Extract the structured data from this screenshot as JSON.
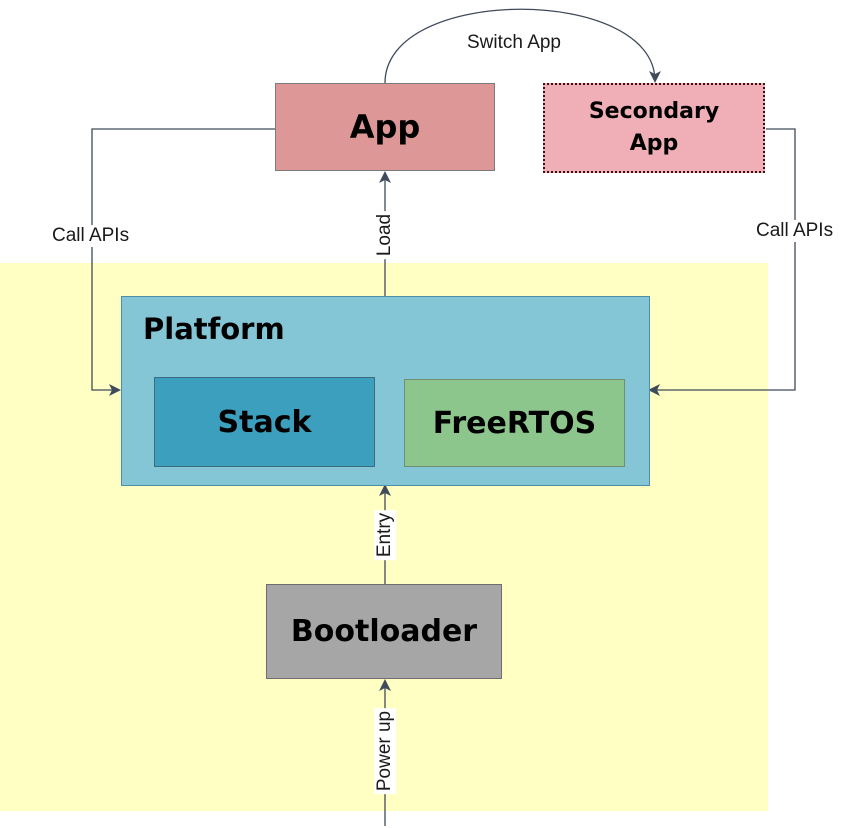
{
  "diagram": {
    "nodes": {
      "app": "App",
      "secondary_app": "Secondary\nApp",
      "platform": "Platform",
      "stack": "Stack",
      "freertos": "FreeRTOS",
      "bootloader": "Bootloader"
    },
    "edges": {
      "switch_app": "Switch App",
      "call_apis_left": "Call APIs",
      "call_apis_right": "Call APIs",
      "load": "Load",
      "entry": "Entry",
      "power_up": "Power up"
    },
    "colors": {
      "region": "#ffffc4",
      "app": "#de9797",
      "secondary_app": "#f0aeb6",
      "platform": "#84c5d6",
      "stack": "#3b9fbd",
      "freertos": "#8cc68c",
      "bootloader": "#a6a6a6",
      "connector": "#3f4a5a"
    }
  }
}
